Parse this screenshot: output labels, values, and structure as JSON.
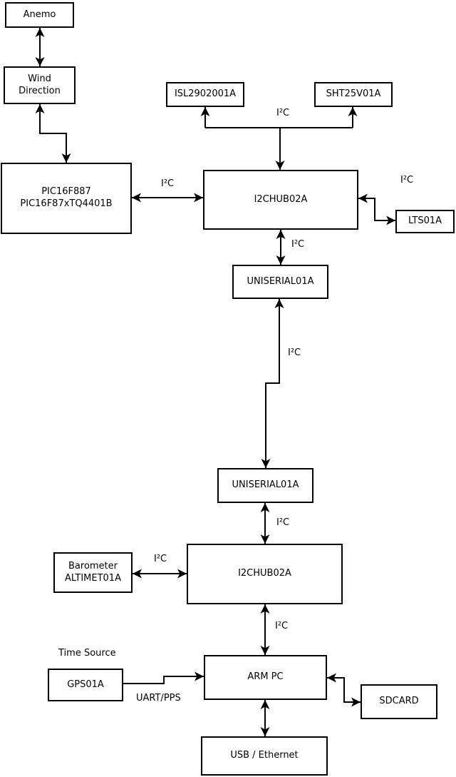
{
  "diagram": {
    "type": "block-diagram",
    "background_color": "#ffffff",
    "line_color": "#000000",
    "nodes": {
      "anemo": {
        "label": "Anemo"
      },
      "wind_direction": {
        "label": "Wind\nDirection"
      },
      "pic": {
        "label": "PIC16F887\nPIC16F87xTQ4401B"
      },
      "isl": {
        "label": "ISL2902001A"
      },
      "sht": {
        "label": "SHT25V01A"
      },
      "i2chub_top": {
        "label": "I2CHUB02A"
      },
      "lts": {
        "label": "LTS01A"
      },
      "uniserial_top": {
        "label": "UNISERIAL01A"
      },
      "uniserial_bottom": {
        "label": "UNISERIAL01A"
      },
      "barometer": {
        "label": "Barometer\nALTIMET01A"
      },
      "i2chub_bottom": {
        "label": "I2CHUB02A"
      },
      "gps": {
        "label": "GPS01A"
      },
      "arm_pc": {
        "label": "ARM PC"
      },
      "sdcard": {
        "label": "SDCARD"
      },
      "usb_ethernet": {
        "label": "USB / Ethernet"
      }
    },
    "edge_labels": {
      "i2c_top_branch": "I²C",
      "i2c_pic_hub": "I²C",
      "i2c_hub_lts": "I²C",
      "i2c_hub_uniserial": "I²C",
      "i2c_uniserial_link": "I²C",
      "i2c_uniserial_hub2": "I²C",
      "i2c_barometer_hub2": "I²C",
      "i2c_hub2_armpc": "I²C",
      "uart_pps": "UART/PPS",
      "time_source": "Time Source"
    }
  }
}
